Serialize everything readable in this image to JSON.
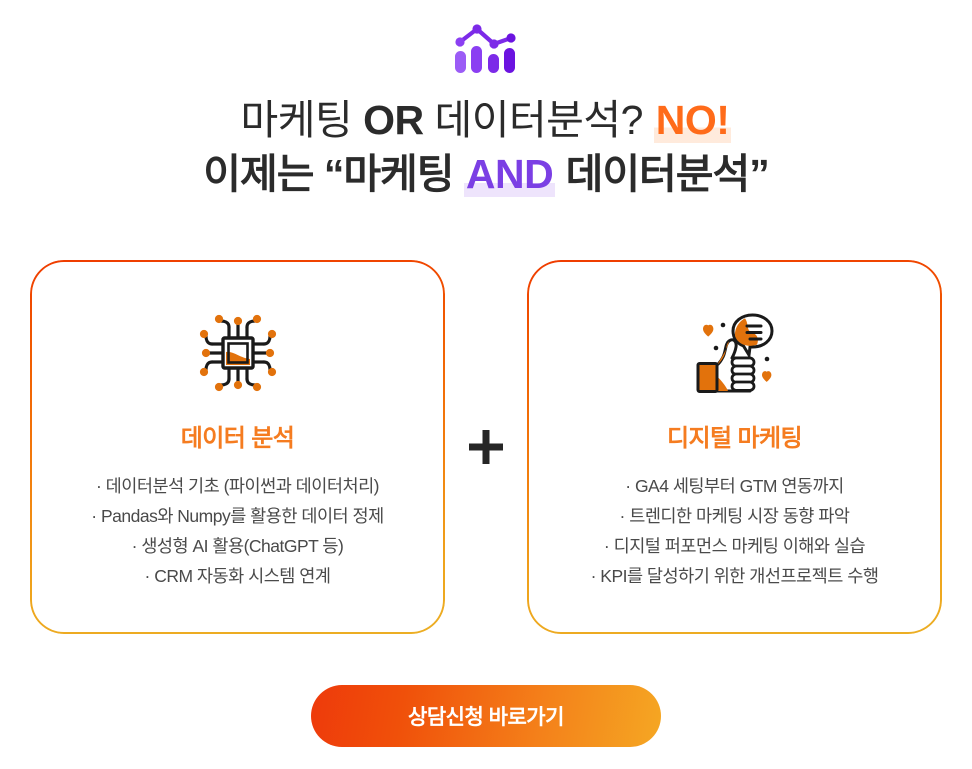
{
  "brand": {
    "logo_icon": "bar-chart-line-logo-icon",
    "logo_colors": [
      "#9B5CF6",
      "#8B3FF2",
      "#7C2AE8",
      "#6B13E0"
    ]
  },
  "headline": {
    "line1_part1": "마케팅 ",
    "line1_or": "OR",
    "line1_part2": " 데이터분석? ",
    "line1_no": "NO!",
    "line2_part1": "이제는 “마케팅 ",
    "line2_and": "AND",
    "line2_part2": " 데이터분석”",
    "accent_no_color": "#FF6B1A",
    "accent_and_color": "#7B3FE4",
    "base_color": "#2b2b2b"
  },
  "cards": [
    {
      "icon": "microchip-ai-icon",
      "title": "데이터 분석",
      "title_color": "#F57C20",
      "items": [
        "· 데이터분석 기초 (파이썬과 데이터처리)",
        "· Pandas와 Numpy를 활용한 데이터 정제",
        "· 생성형 AI 활용(ChatGPT 등)",
        "· CRM 자동화 시스템 연계"
      ]
    },
    {
      "icon": "thumbs-up-speech-bubble-icon",
      "title": "디지털 마케팅",
      "title_color": "#F57C20",
      "items": [
        "· GA4 세팅부터 GTM 연동까지",
        "· 트렌디한 마케팅 시장 동향 파악",
        "· 디지털 퍼포먼스 마케팅 이해와 실습",
        "· KPI를 달성하기 위한 개선프로젝트 수행"
      ]
    }
  ],
  "separator": {
    "symbol": "plus-icon",
    "color": "#262626"
  },
  "cta": {
    "label": "상담신청 바로가기",
    "gradient_from": "#EE3A0B",
    "gradient_to": "#F5A723",
    "text_color": "#FFFFFF"
  },
  "card_border": {
    "gradient_from": "#EF3C00",
    "gradient_to": "#ECAE24"
  },
  "icon_accent_color": "#E2720C",
  "icon_line_color": "#1A1A1A"
}
